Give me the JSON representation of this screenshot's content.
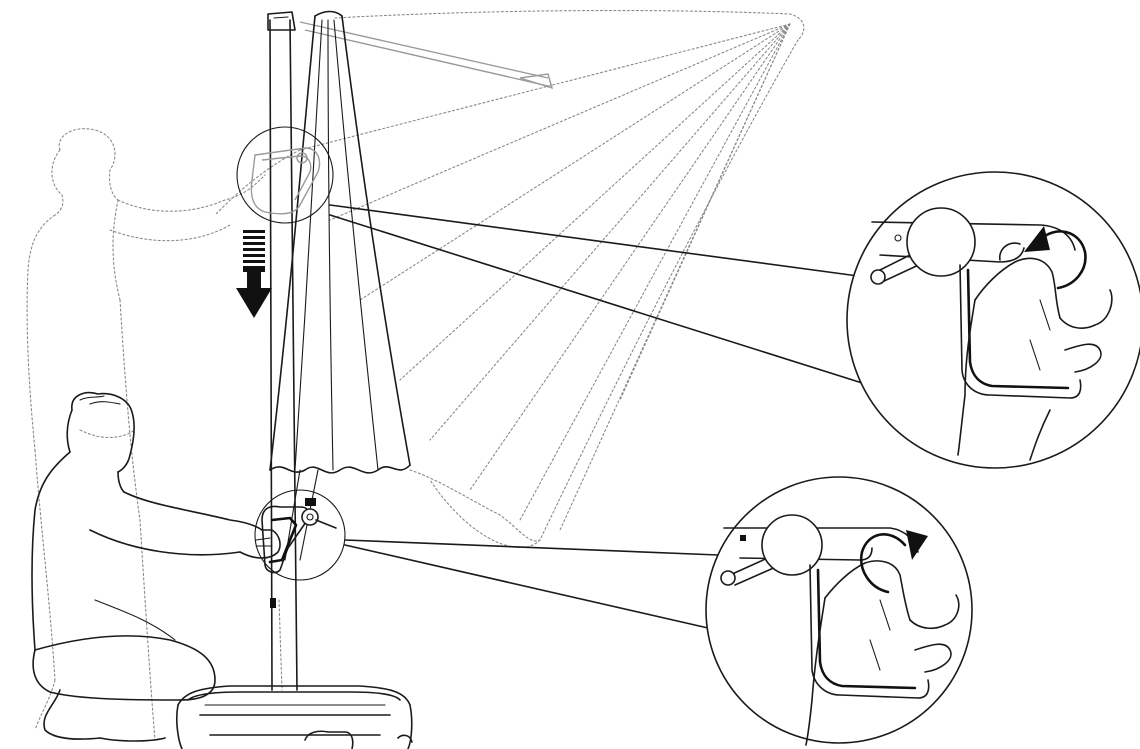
{
  "figure": {
    "icons": [
      "umbrella-pole",
      "umbrella-canopy-closed",
      "umbrella-canopy-open-dotted",
      "person-standing-dotted",
      "person-kneeling",
      "crank-handle",
      "down-arrow",
      "rotate-counterclockwise-arrow",
      "rotate-clockwise-arrow",
      "weighted-base"
    ],
    "colors": {
      "line": "#1a1a1a",
      "dotted": "#8a8a8a",
      "background": "#ffffff"
    }
  }
}
